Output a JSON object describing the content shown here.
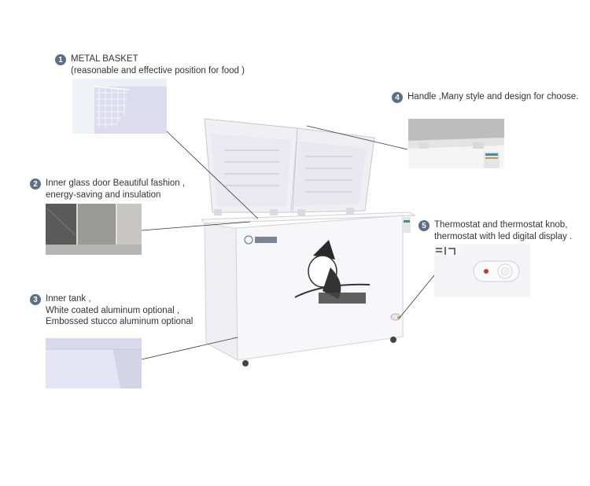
{
  "callouts": [
    {
      "number": "1",
      "lines": [
        "METAL BASKET",
        "(reasonable and effective position for food )"
      ],
      "icon": "metal-basket-photo"
    },
    {
      "number": "2",
      "lines": [
        "Inner glass door Beautiful fashion ,",
        "energy-saving and insulation"
      ],
      "icon": "glass-door-photo"
    },
    {
      "number": "3",
      "lines": [
        "Inner tank ,",
        "White coated aluminum optional ,",
        "Embossed stucco  aluminum optional"
      ],
      "icon": "inner-tank-photo"
    },
    {
      "number": "4",
      "lines": [
        "Handle ,Many style and design for choose."
      ],
      "icon": "handle-photo"
    },
    {
      "number": "5",
      "lines": [
        "Thermostat and thermostat knob,",
        "thermostat with led digital display ."
      ],
      "icon": "thermostat-photo"
    }
  ],
  "colors": {
    "badge": "#5b6f86",
    "freezer_body": "#f6f6f8",
    "interior": "#e3e2f3"
  }
}
